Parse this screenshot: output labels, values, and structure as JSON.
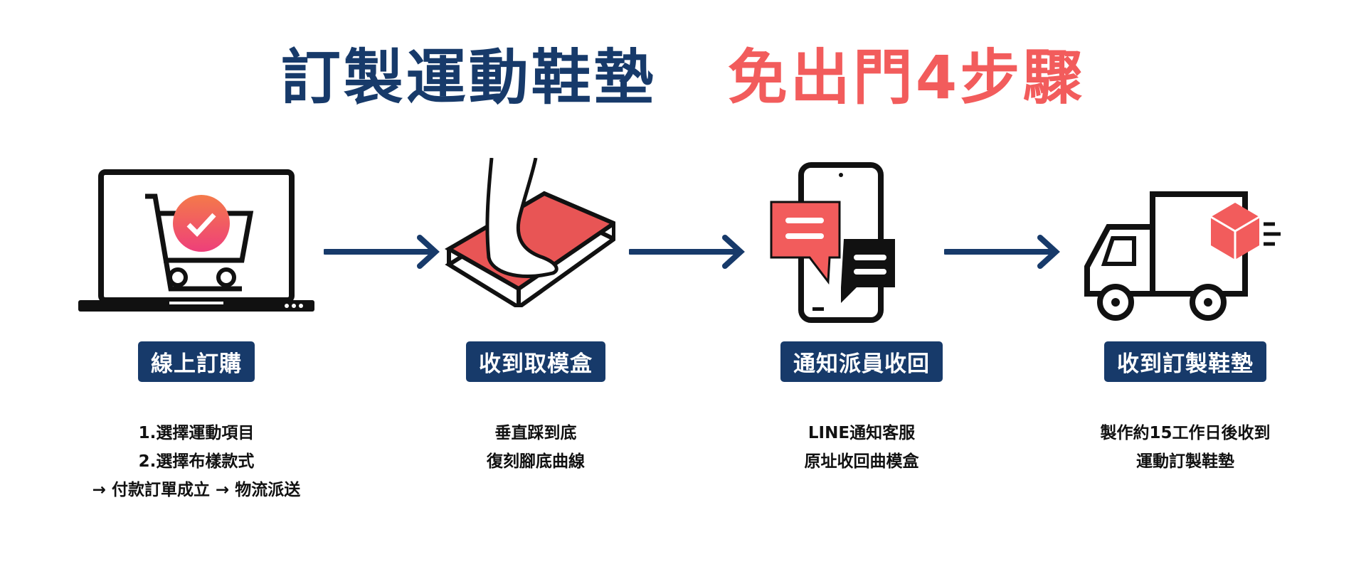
{
  "title": {
    "main": "訂製運動鞋墊",
    "highlight": "免出門4步驟"
  },
  "colors": {
    "navy": "#173a6a",
    "red": "#f25c5c"
  },
  "steps": [
    {
      "icon": "laptop-cart-icon",
      "label": "線上訂購",
      "lines": [
        "1.選擇運動項目",
        "2.選擇布樣款式",
        "→  付款訂單成立  →  物流派送"
      ]
    },
    {
      "icon": "foot-mold-box-icon",
      "label": "收到取模盒",
      "lines": [
        "垂直踩到底",
        "復刻腳底曲線"
      ]
    },
    {
      "icon": "phone-chat-icon",
      "label": "通知派員收回",
      "lines": [
        "LINE通知客服",
        "原址收回曲模盒"
      ]
    },
    {
      "icon": "delivery-truck-icon",
      "label": "收到訂製鞋墊",
      "lines": [
        "製作約15工作日後收到",
        "運動訂製鞋墊"
      ]
    }
  ]
}
